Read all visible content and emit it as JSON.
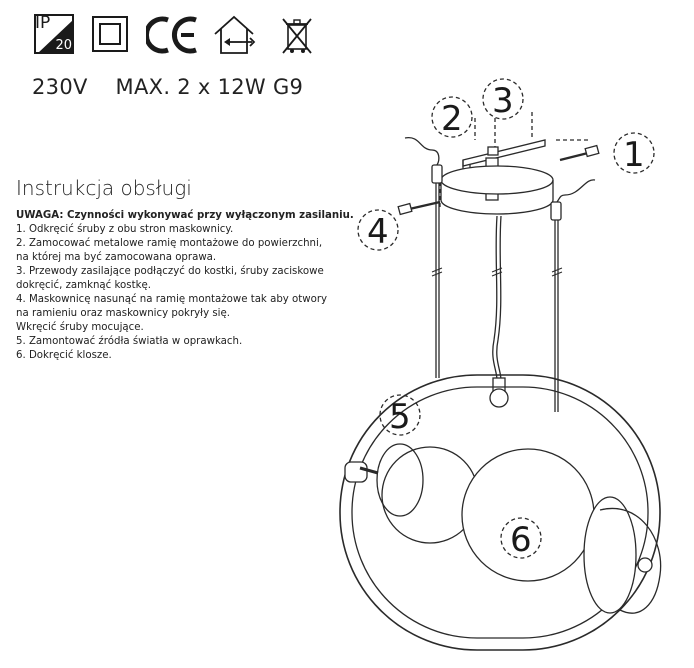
{
  "header": {
    "ip_prefix": "IP",
    "ip_rating": "20",
    "icons": [
      "ip20-icon",
      "class-ii-double-insulation-icon",
      "ce-mark-icon",
      "indoor-use-house-icon",
      "weee-crossed-bin-icon"
    ],
    "ce_text": "CE",
    "spec_line": "230V    MAX. 2 x 12W G9"
  },
  "instructions": {
    "title": "Instrukcja obsługi",
    "warning": "UWAGA: Czynności wykonywać przy wyłączonym zasilaniu.",
    "lines": [
      "1. Odkręcić śruby z obu stron maskownicy.",
      "2. Zamocować metalowe ramię montażowe do powierzchni,",
      "na której ma być zamocowana oprawa.",
      "3. Przewody zasilające podłączyć do kostki, śruby zaciskowe",
      "dokręcić, zamknąć kostkę.",
      "4. Maskownicę nasunąć na ramię montażowe tak aby otwory",
      "na ramieniu oraz maskownicy pokryły się.",
      "Wkręcić śruby mocujące.",
      "5. Zamontować źródła światła w oprawkach.",
      "6. Dokręcić klosze."
    ]
  },
  "diagram": {
    "labels": [
      "1",
      "2",
      "3",
      "4",
      "5",
      "6"
    ]
  }
}
